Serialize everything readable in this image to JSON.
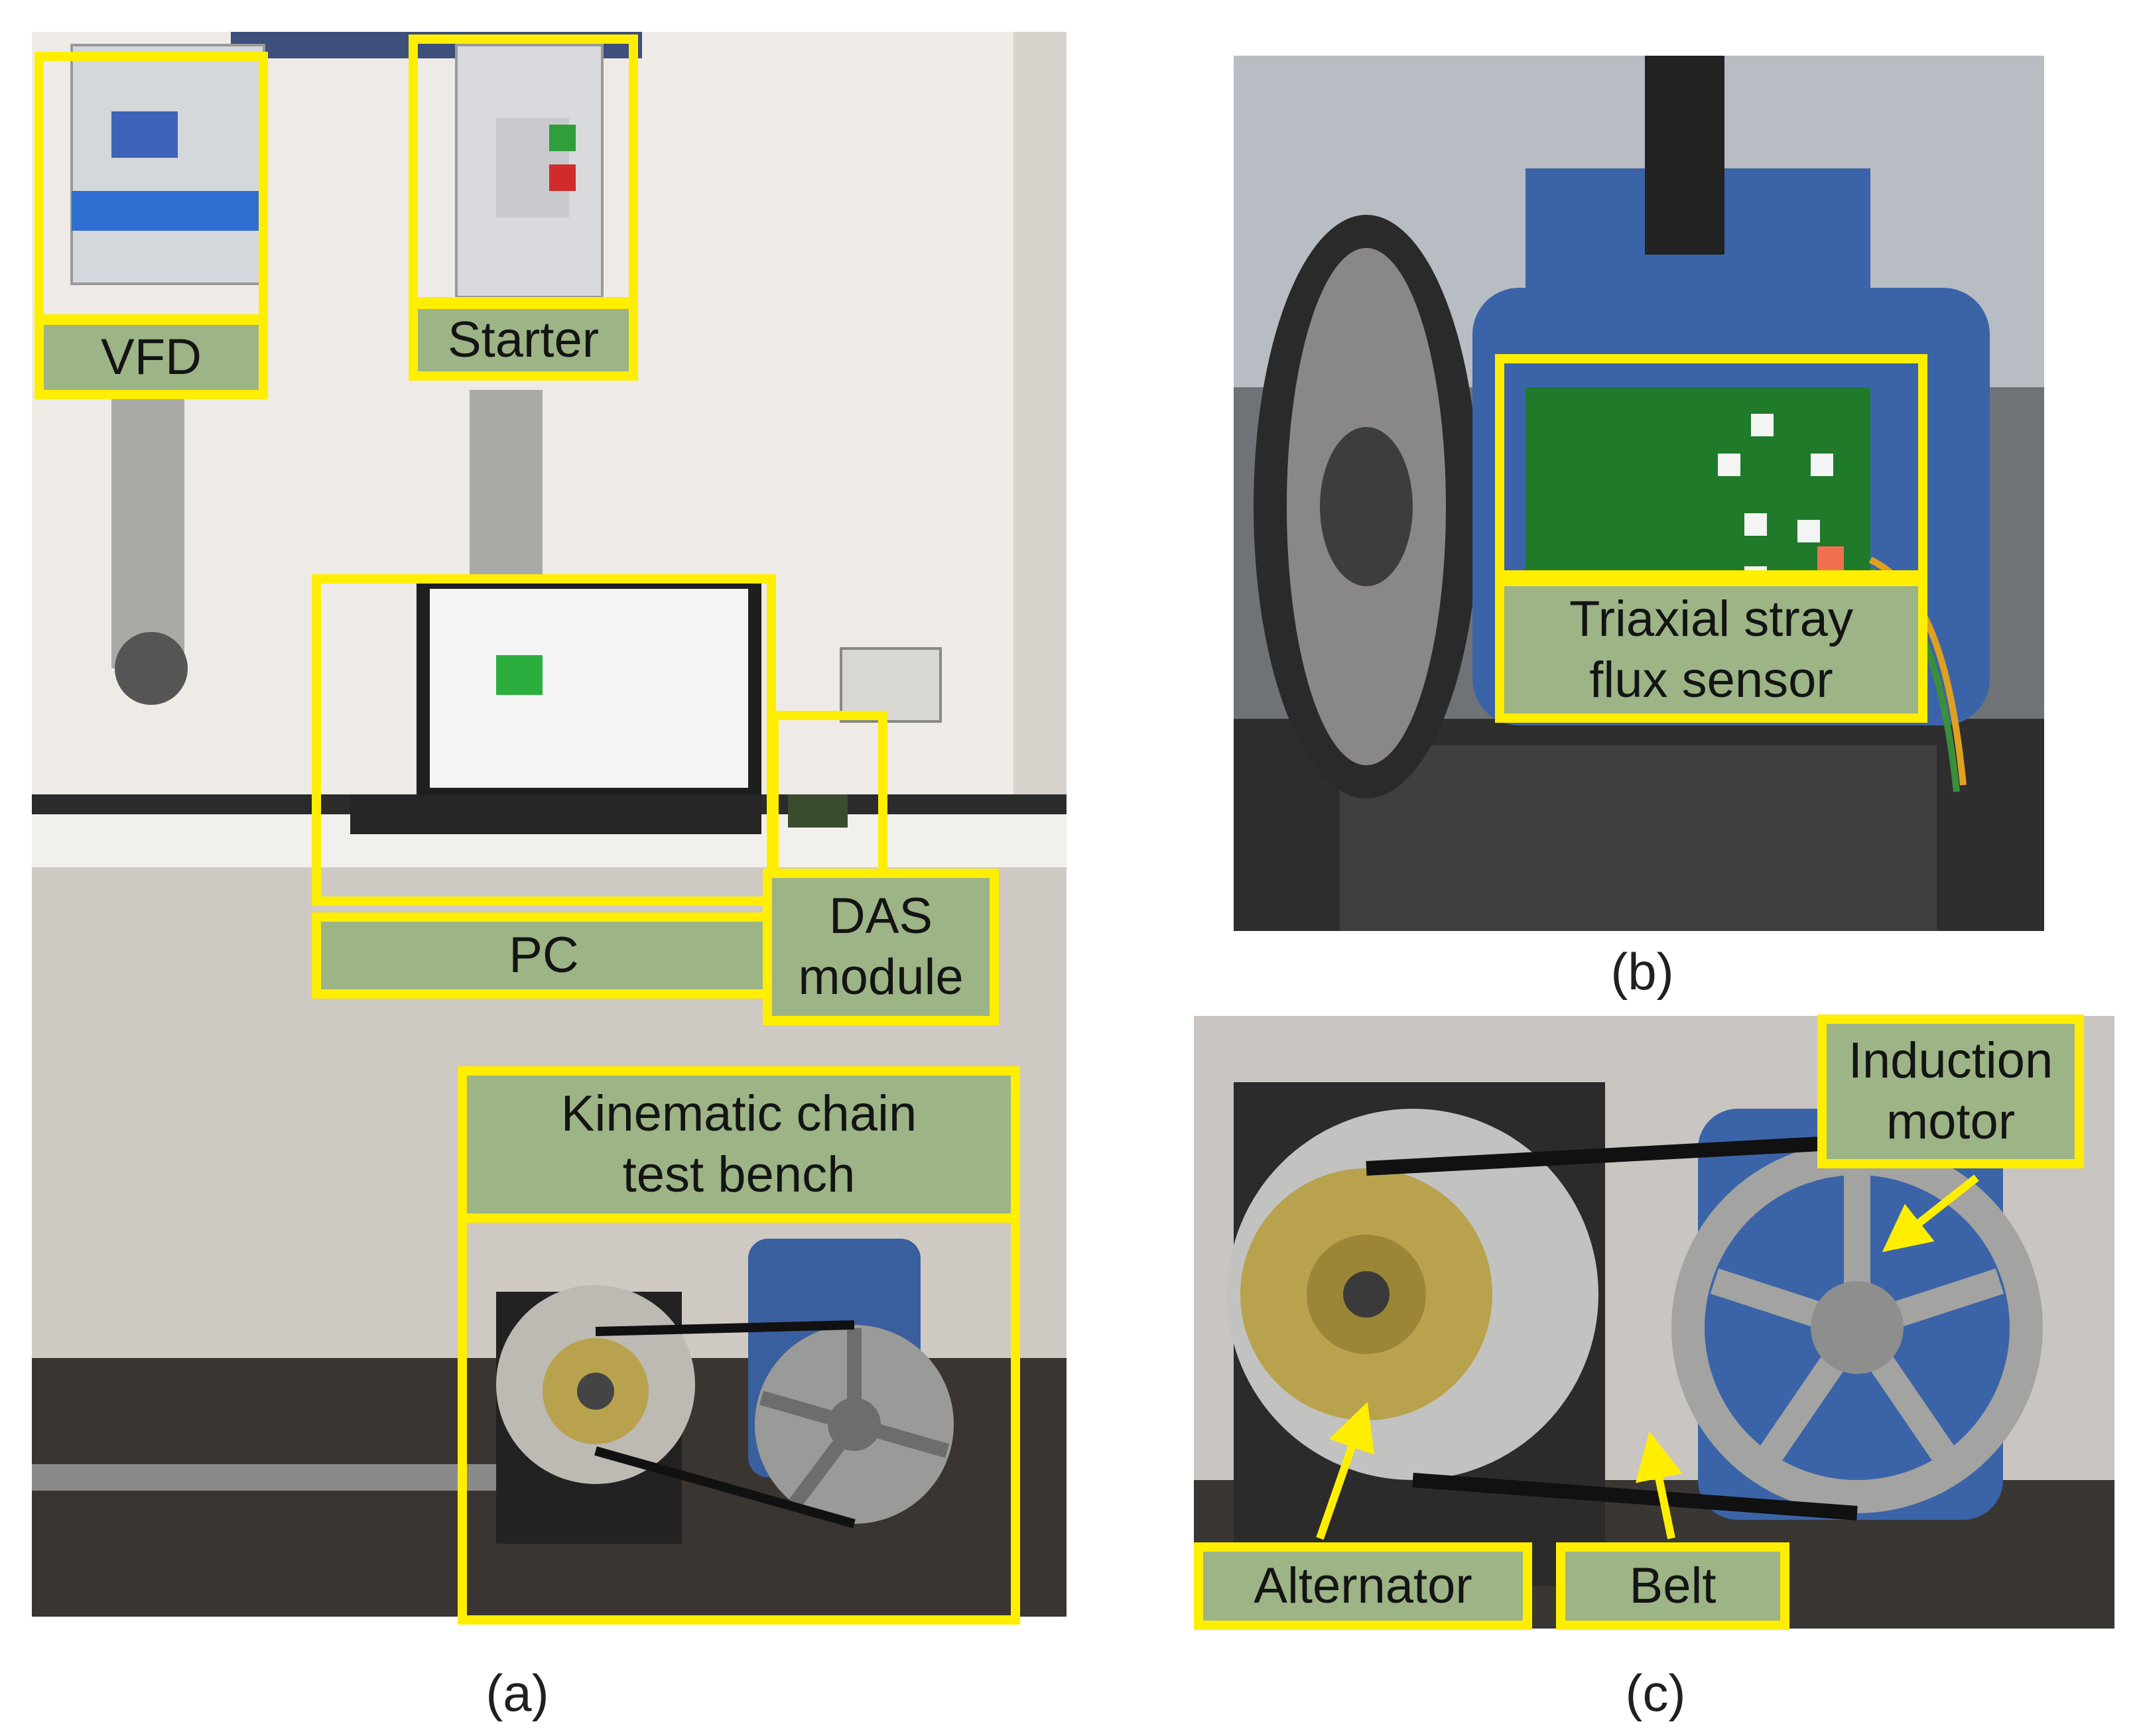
{
  "panels": {
    "a": {
      "caption": "(a)",
      "labels": {
        "vfd": "VFD",
        "starter": "Starter",
        "pc": "PC",
        "das": "DAS module",
        "bench": "Kinematic chain test bench"
      }
    },
    "b": {
      "caption": "(b)",
      "labels": {
        "sensor": "Triaxial stray flux sensor"
      }
    },
    "c": {
      "caption": "(c)",
      "labels": {
        "motor": "Induction motor",
        "alternator": "Alternator",
        "belt": "Belt"
      }
    }
  },
  "colors": {
    "highlight": "#ffee00",
    "label_fill": "#9db486",
    "label_text": "#141414",
    "pcb_green": "#1f7a2a",
    "motor_blue": "#3a5f9e"
  }
}
